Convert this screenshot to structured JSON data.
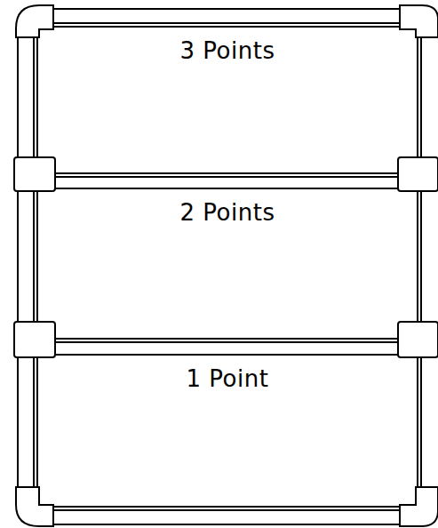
{
  "diagram": {
    "nodes": [
      {
        "text": [
          "3 Points"
        ]
      },
      {
        "text": [
          "2 Points"
        ]
      },
      {
        "text": [
          "1 Point"
        ]
      }
    ]
  }
}
